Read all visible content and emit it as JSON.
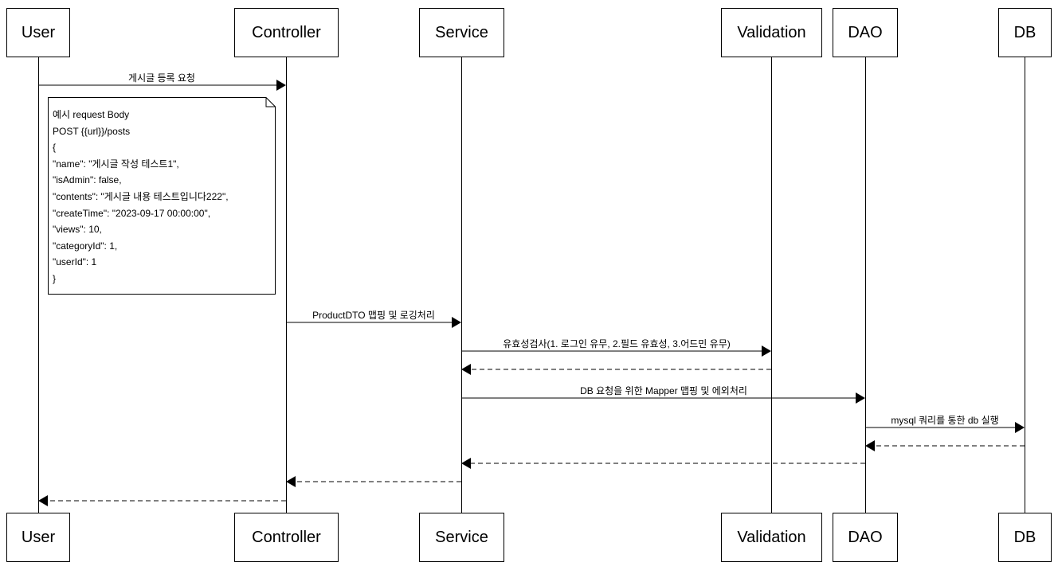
{
  "participants": {
    "user": "User",
    "controller": "Controller",
    "service": "Service",
    "validation": "Validation",
    "dao": "DAO",
    "db": "DB"
  },
  "note": {
    "lines": [
      "예시 request Body",
      "POST {{url}}/posts",
      "{",
      "\"name\": \"게시글 작성 테스트1\",",
      "\"isAdmin\": false,",
      "\"contents\": \"게시글 내용 테스트입니다222\",",
      "\"createTime\": \"2023-09-17 00:00:00\",",
      "\"views\": 10,",
      "\"categoryId\": 1,",
      "\"userId\": 1",
      "}"
    ]
  },
  "messages": [
    {
      "from": "user",
      "to": "controller",
      "type": "sync",
      "label": "게시글 등록 요청"
    },
    {
      "from": "controller",
      "to": "service",
      "type": "sync",
      "label": "ProductDTO 맵핑 및 로깅처리"
    },
    {
      "from": "service",
      "to": "validation",
      "type": "sync",
      "label": "유효성검사(1. 로그인 유무, 2.필드 유효성, 3.어드민 유무)"
    },
    {
      "from": "validation",
      "to": "service",
      "type": "return",
      "label": ""
    },
    {
      "from": "service",
      "to": "dao",
      "type": "sync",
      "label": "DB 요청을 위한 Mapper 맵핑 및 에외처리"
    },
    {
      "from": "dao",
      "to": "db",
      "type": "sync",
      "label": "mysql 쿼리를 통한 db 실행"
    },
    {
      "from": "db",
      "to": "dao",
      "type": "return",
      "label": ""
    },
    {
      "from": "dao",
      "to": "service",
      "type": "return",
      "label": ""
    },
    {
      "from": "service",
      "to": "controller",
      "type": "return",
      "label": ""
    },
    {
      "from": "controller",
      "to": "user",
      "type": "return",
      "label": ""
    }
  ]
}
